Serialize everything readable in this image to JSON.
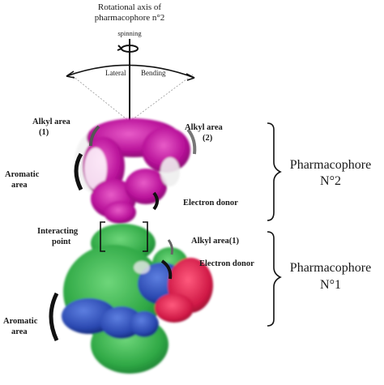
{
  "axis": {
    "title_line1": "Rotational axis of",
    "title_line2": "pharmacophore n°2",
    "spinning": "spinning",
    "lateral": "Lateral",
    "bending": "Bending"
  },
  "pharmacophore2": {
    "label_line1": "Pharmacophore",
    "label_line2": "N°2",
    "alkyl1_line1": "Alkyl area",
    "alkyl1_line2": "(1)",
    "alkyl2_line1": "Alkyl area",
    "alkyl2_line2": "(2)",
    "aromatic_line1": "Aromatic",
    "aromatic_line2": "area",
    "electron_donor": "Electron donor"
  },
  "interacting": {
    "line1": "Interacting",
    "line2": "point"
  },
  "pharmacophore1": {
    "label_line1": "Pharmacophore",
    "label_line2": "N°1",
    "alkyl": "Alkyl area(1)",
    "electron_donor": "Electron donor",
    "aromatic_line1": "Aromatic",
    "aromatic_line2": "area"
  },
  "colors": {
    "magenta": "#c0219e",
    "green": "#35b04a",
    "blue": "#2b4fb8",
    "red": "#d21f4a"
  }
}
